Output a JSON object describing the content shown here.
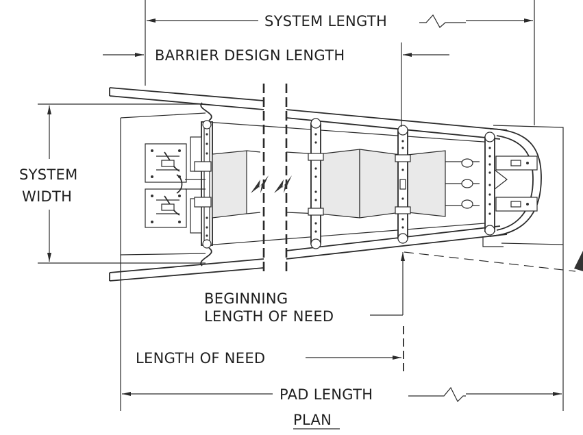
{
  "labels": {
    "system_length": "SYSTEM LENGTH",
    "barrier_design_length": "BARRIER DESIGN LENGTH",
    "system_width_line1": "SYSTEM",
    "system_width_line2": "WIDTH",
    "beginning_lon_line1": "BEGINNING",
    "beginning_lon_line2": "LENGTH OF NEED",
    "length_of_need": "LENGTH OF NEED",
    "pad_length": "PAD LENGTH",
    "view_title": "PLAN"
  }
}
